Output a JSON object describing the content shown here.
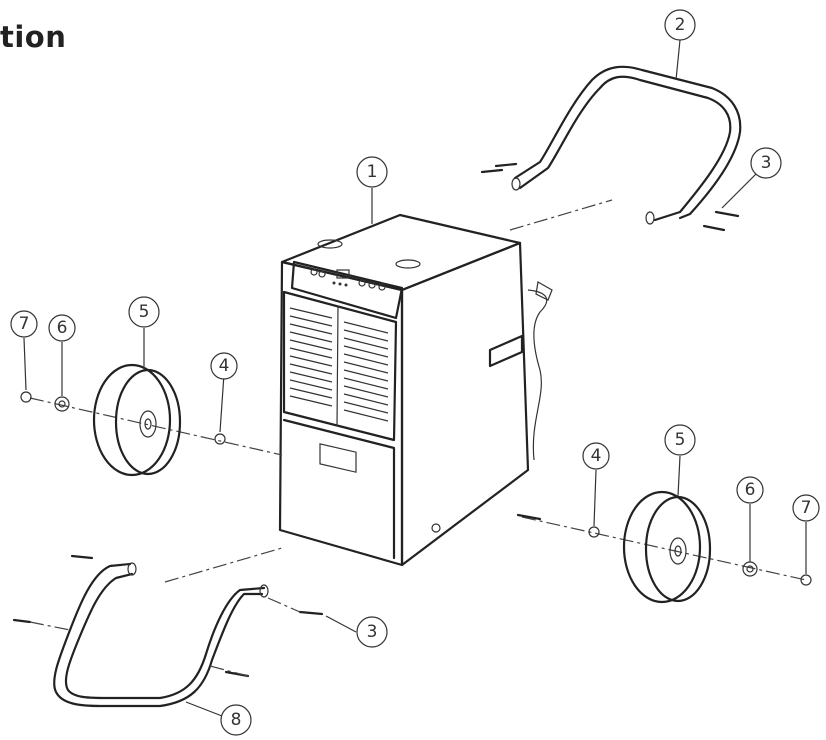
{
  "heading": "tion",
  "callouts": [
    {
      "id": "c1",
      "label": "1"
    },
    {
      "id": "c2",
      "label": "2"
    },
    {
      "id": "c3a",
      "label": "3"
    },
    {
      "id": "c3b",
      "label": "3"
    },
    {
      "id": "c4a",
      "label": "4"
    },
    {
      "id": "c4b",
      "label": "4"
    },
    {
      "id": "c5a",
      "label": "5"
    },
    {
      "id": "c5b",
      "label": "5"
    },
    {
      "id": "c6a",
      "label": "6"
    },
    {
      "id": "c6b",
      "label": "6"
    },
    {
      "id": "c7a",
      "label": "7"
    },
    {
      "id": "c7b",
      "label": "7"
    },
    {
      "id": "c8",
      "label": "8"
    }
  ]
}
